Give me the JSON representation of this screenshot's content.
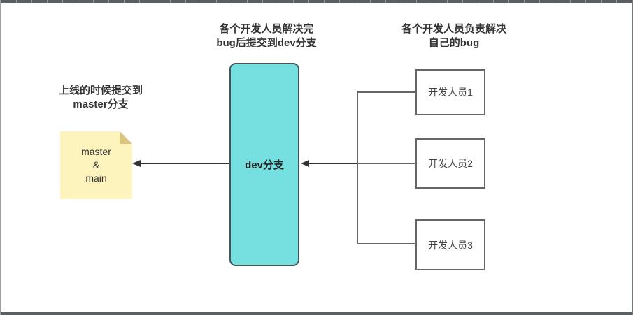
{
  "labels": {
    "dev_commit_line1": "各个开发人员解决完",
    "dev_commit_line2": "bug后提交到dev分支",
    "responsibility_line1": "各个开发人员负责解决",
    "responsibility_line2": "自己的bug",
    "master_commit_line1": "上线的时候提交到",
    "master_commit_line2": "master分支"
  },
  "nodes": {
    "master_note": {
      "line1": "master",
      "line2": "&",
      "line3": "main"
    },
    "dev_branch": {
      "label": "dev分支"
    },
    "developers": [
      {
        "label": "开发人员1"
      },
      {
        "label": "开发人员2"
      },
      {
        "label": "开发人员3"
      }
    ]
  },
  "colors": {
    "note_fill": "#FDF3BC",
    "note_fold": "#DBC57C",
    "dev_branch_fill": "#76DFE0",
    "dev_branch_border": "#43565A",
    "person_box_border": "#666666",
    "connector": "#666666",
    "arrow": "#333333",
    "text": "#333333",
    "frame": "#5A5F62"
  }
}
